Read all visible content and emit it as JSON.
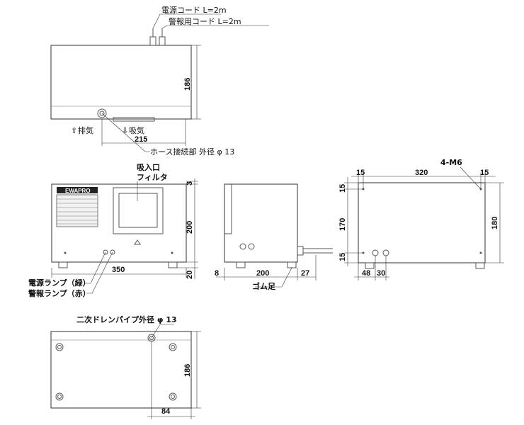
{
  "callouts": {
    "power_cord": "電源コード  L=2m",
    "alarm_cord": "警報用コード  L=2m",
    "exhaust": "排気",
    "intake": "吸気",
    "hose_connection": "ホース接続部 外径 φ 13",
    "inlet_filter_line1": "吸入口",
    "inlet_filter_line2": "フィルタ",
    "power_lamp": "電源ランプ（緑）",
    "alarm_lamp": "警報ランプ（赤）",
    "rubber_feet": "ゴム足",
    "mount_holes": "4-M6",
    "drain_pipe": "二次ドレンパイプ外径 φ 13",
    "brand": "EWAPRO"
  },
  "dimensions": {
    "top_depth": "186",
    "top_width": "215",
    "front_height_top": "3",
    "front_height": "200",
    "front_foot": "20",
    "front_width": "350",
    "side_foot": "8",
    "side_width": "200",
    "side_offset": "27",
    "base_margin_left": "15",
    "base_hole_span": "320",
    "base_margin_right": "15",
    "base_margin_top": "15",
    "base_hole_height": "170",
    "base_depth": "180",
    "base_margin_bottom": "15",
    "base_port1": "48",
    "base_port2": "30",
    "bottom_depth": "186",
    "bottom_drain": "84"
  },
  "colors": {
    "line": "#555555",
    "text": "#111111",
    "background": "#ffffff"
  }
}
